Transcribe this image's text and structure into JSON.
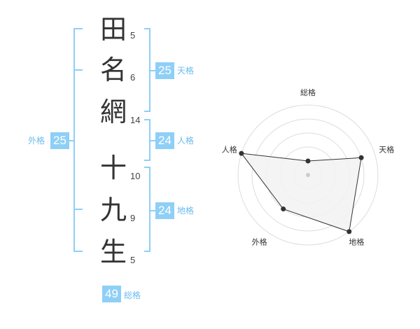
{
  "name_chars": [
    {
      "char": "田",
      "strokes": "5"
    },
    {
      "char": "名",
      "strokes": "6"
    },
    {
      "char": "網",
      "strokes": "14"
    },
    {
      "char": "十",
      "strokes": "10"
    },
    {
      "char": "九",
      "strokes": "9"
    },
    {
      "char": "生",
      "strokes": "5"
    }
  ],
  "fortune": {
    "tenkaku": {
      "value": "25",
      "label": "天格"
    },
    "jinkaku": {
      "value": "24",
      "label": "人格"
    },
    "chikaku": {
      "value": "24",
      "label": "地格"
    },
    "gaikaku": {
      "value": "25",
      "label": "外格"
    },
    "soukaku": {
      "value": "49",
      "label": "総格"
    }
  },
  "chart_data": {
    "type": "radar",
    "axes": [
      "総格",
      "天格",
      "地格",
      "外格",
      "人格"
    ],
    "values": [
      1,
      4,
      5,
      3,
      5
    ],
    "scale_max": 5,
    "colors": {
      "accent": "#8ecff6",
      "bracket": "#8ecff6",
      "fill": "#f2f2f2",
      "line": "#333333",
      "grid": "#dddddd"
    }
  }
}
